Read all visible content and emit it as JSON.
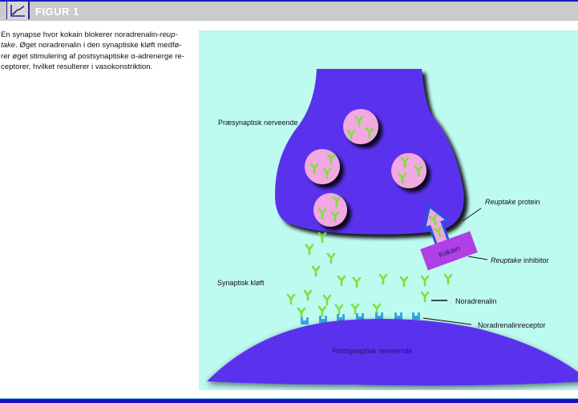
{
  "header": {
    "icon": "line-chart-icon",
    "title": "FIGUR 1"
  },
  "caption": {
    "part1": "En synapse hvor kokain blokerer noradrenalin-",
    "part1_italic": "reup-",
    "part2_italic": "take",
    "part2": ". Øget noradrenalin i den synaptiske kløft medfø-",
    "line3": "rer øget stimulering af postsynaptiske α-adrenerge re-",
    "line4": "ceptorer, hvilket resulterer i vasokonstriktion."
  },
  "diagram": {
    "labels": {
      "presynaptic": "Præsynaptisk nerveende",
      "synaptic_cleft": "Synaptisk kløft",
      "postsynaptic": "Postsynaptisk nerveende",
      "reuptake_protein_italic": "Reuptake",
      "reuptake_protein": " protein",
      "reuptake_inhibitor_italic": "Reuptake",
      "reuptake_inhibitor": " inhibitor",
      "noradrenalin": "Noradrenalin",
      "receptor": "Noradrenalinreceptor",
      "kokain": "Kokain"
    },
    "colors": {
      "background": "#bdfaf0",
      "neuron": "#5a32ee",
      "vesicle": "#f2a8e0",
      "molecule": "#7ae23a",
      "receptor": "#3aa6e0",
      "cocaine": "#b040e6"
    }
  }
}
